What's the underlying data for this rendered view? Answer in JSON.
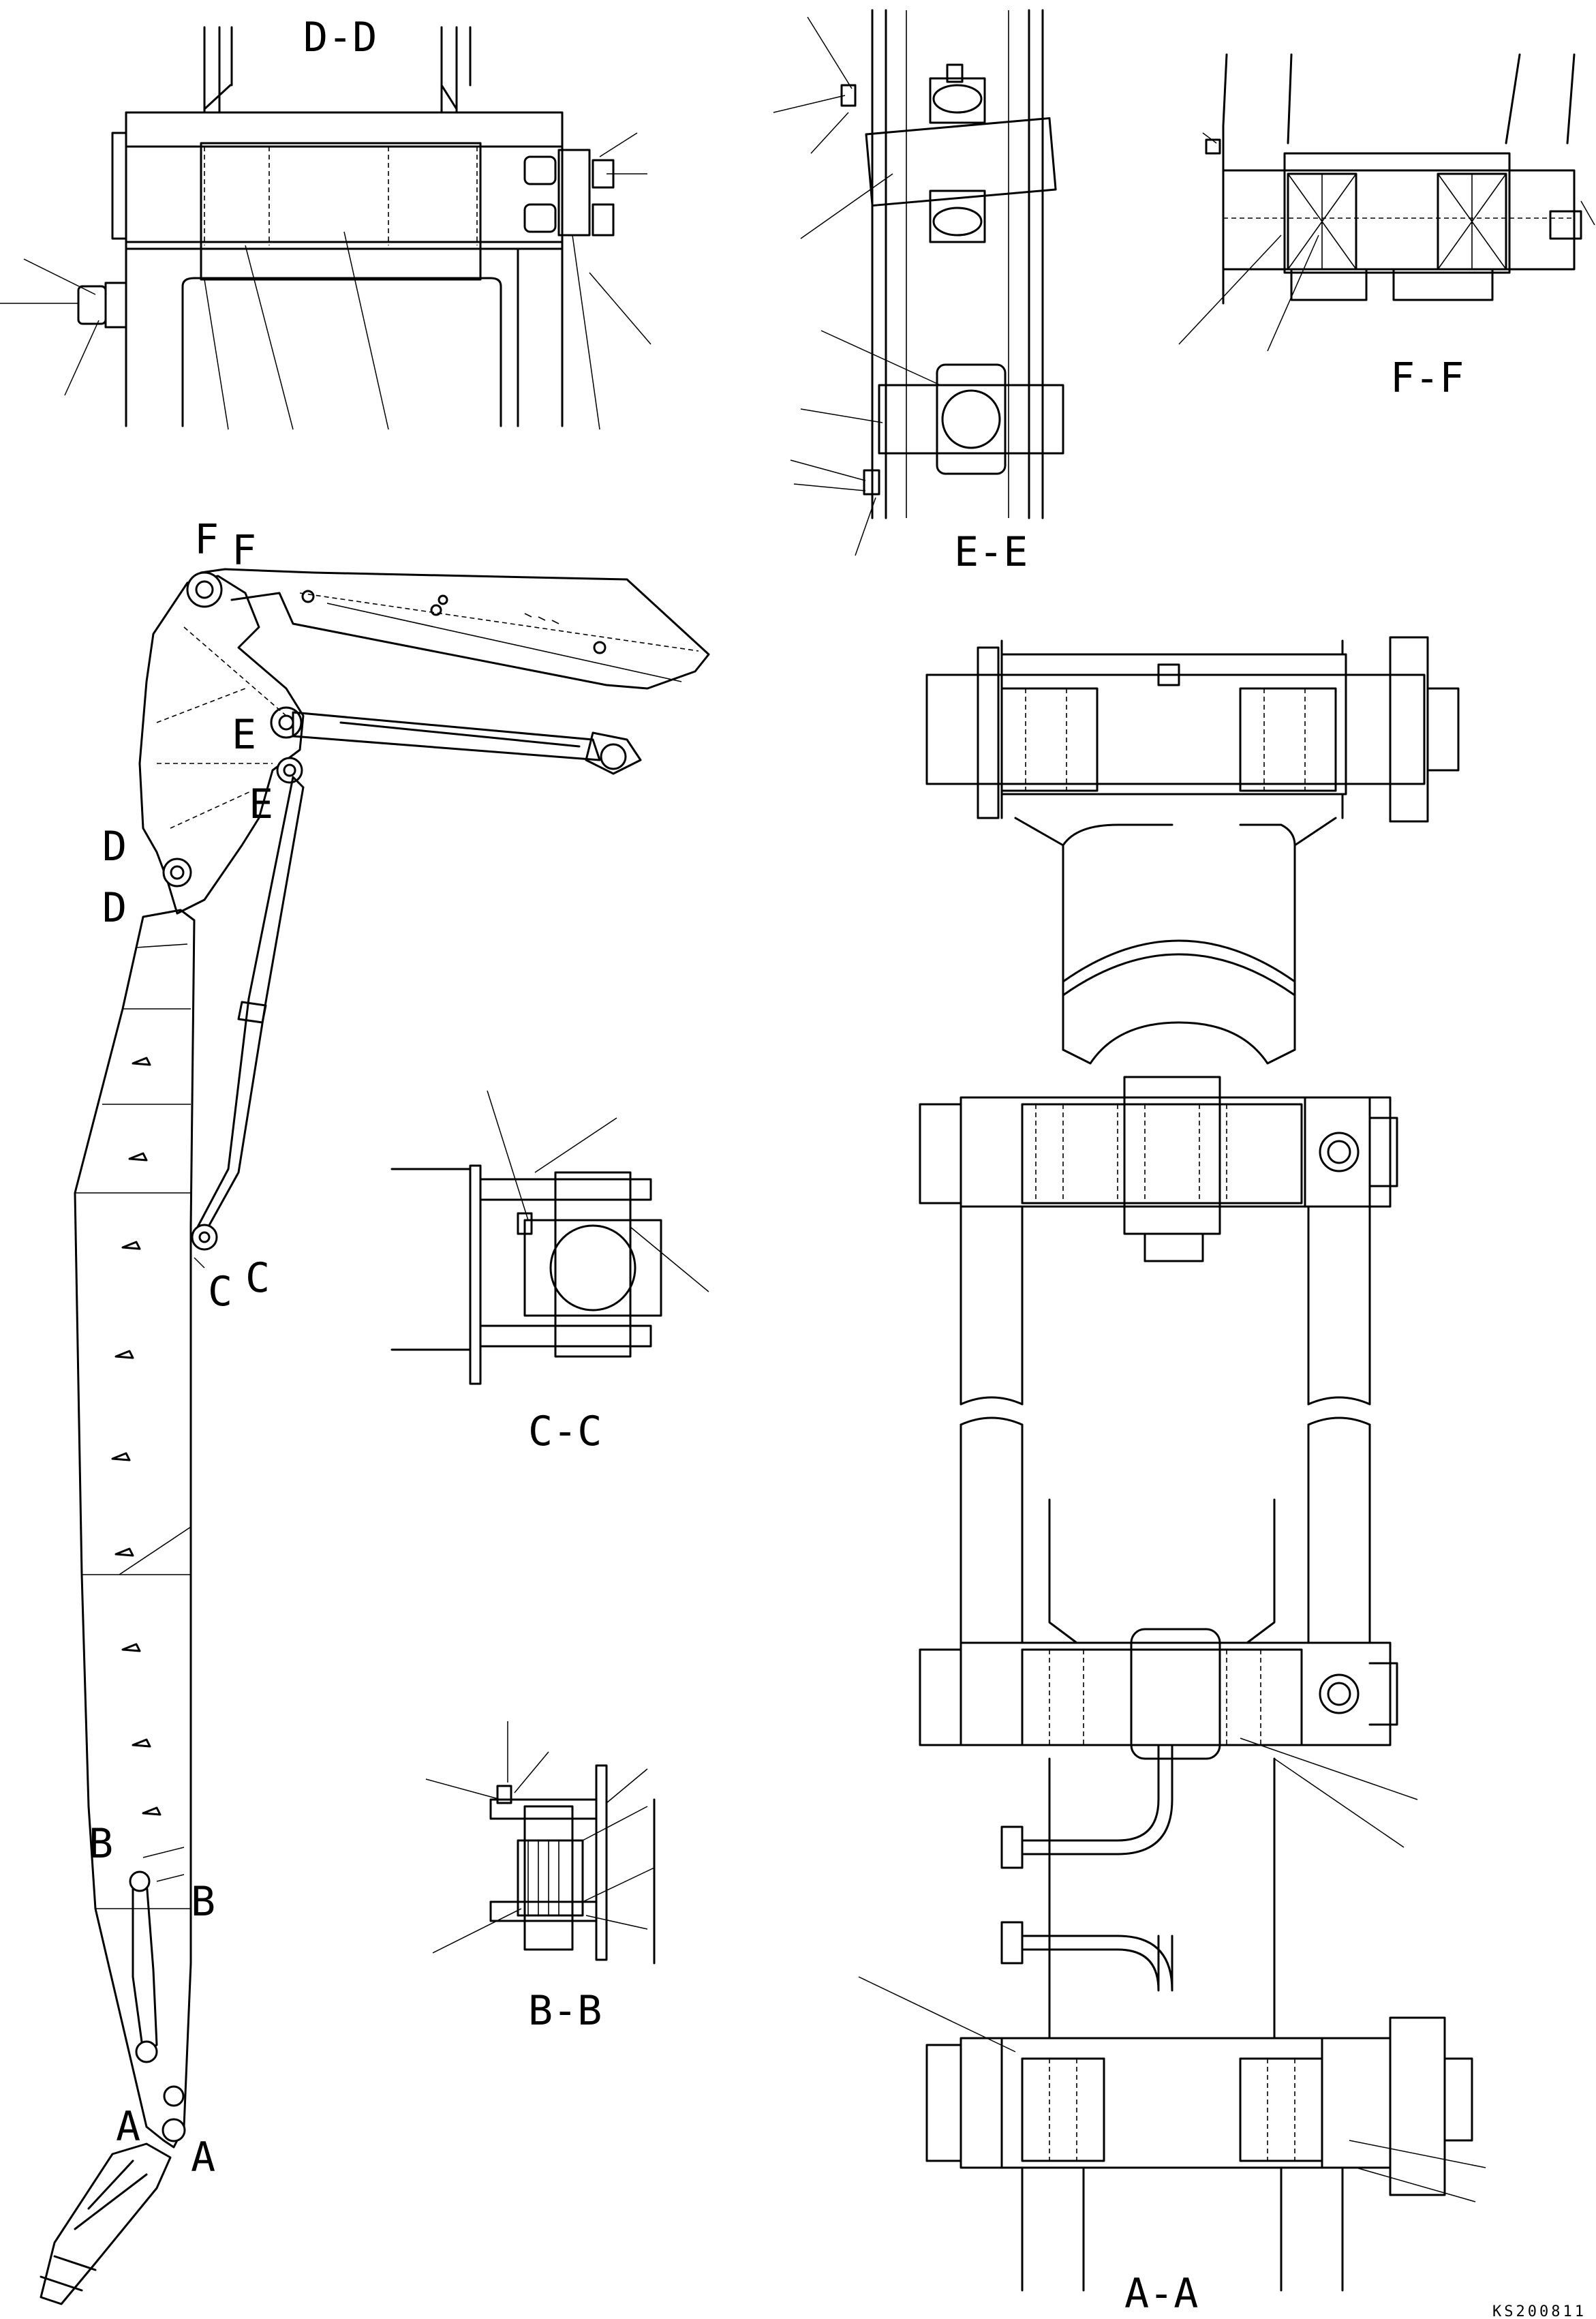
{
  "sections": {
    "dd": "D-D",
    "ee": "E-E",
    "ff": "F-F",
    "cc": "C-C",
    "bb": "B-B",
    "aa": "A-A"
  },
  "markers": {
    "f": "F",
    "e": "E",
    "d": "D",
    "c": "C",
    "b": "B",
    "a": "A"
  },
  "drawing_code": "KS200811"
}
